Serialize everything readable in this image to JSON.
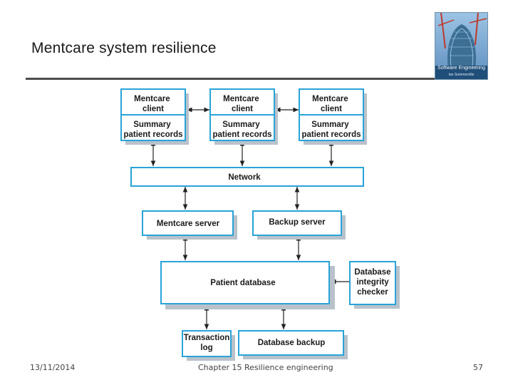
{
  "slide": {
    "title": "Mentcare system resilience",
    "book_cover": {
      "title": "Software Engineering",
      "author": "Ian Sommerville"
    }
  },
  "diagram": {
    "client1": {
      "top": "Mentcare client",
      "bottom": "Summary patient records"
    },
    "client2": {
      "top": "Mentcare client",
      "bottom": "Summary patient records"
    },
    "client3": {
      "top": "Mentcare client",
      "bottom": "Summary patient records"
    },
    "network": "Network",
    "mentcare_server": "Mentcare server",
    "backup_server": "Backup server",
    "patient_database": "Patient database",
    "integrity_checker": "Database integrity checker",
    "transaction_log": "Transaction log",
    "database_backup": "Database backup"
  },
  "footer": {
    "date": "13/11/2014",
    "chapter": "Chapter 15 Resilience engineering",
    "page": "57"
  },
  "colors": {
    "box_border": "#29a3d8",
    "box_shadow": "#b9c2cb",
    "arrow": "#222222"
  }
}
